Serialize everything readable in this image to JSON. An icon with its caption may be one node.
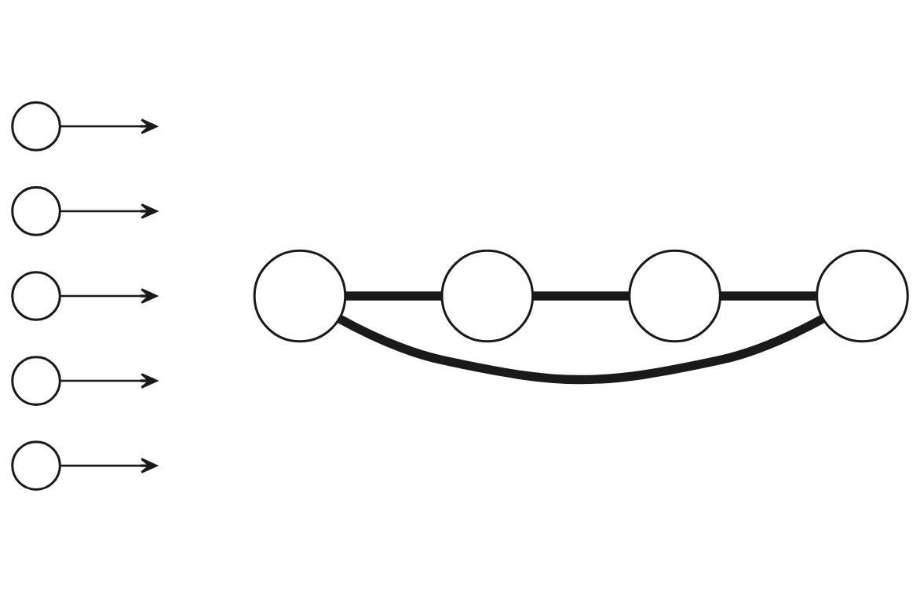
{
  "diagram": {
    "nodes": [
      {
        "text": [],
        "shape": "circle"
      },
      {
        "text": [],
        "shape": "circle"
      },
      {
        "text": [],
        "shape": "circle"
      },
      {
        "text": [],
        "shape": "circle"
      },
      {
        "text": [],
        "shape": "circle"
      },
      {
        "text": [],
        "shape": "circle"
      },
      {
        "text": [],
        "shape": "circle"
      },
      {
        "text": [],
        "shape": "circle"
      },
      {
        "text": [],
        "shape": "circle"
      }
    ],
    "edges": [
      {
        "from": 0,
        "to": null,
        "arrow": "to"
      },
      {
        "from": 1,
        "to": null,
        "arrow": "to"
      },
      {
        "from": 2,
        "to": null,
        "arrow": "to"
      },
      {
        "from": 3,
        "to": null,
        "arrow": "to"
      },
      {
        "from": 4,
        "to": null,
        "arrow": "to"
      },
      {
        "from": 5,
        "to": 6,
        "arrow": "none",
        "style": "thick"
      },
      {
        "from": 6,
        "to": 7,
        "arrow": "none",
        "style": "thick"
      },
      {
        "from": 7,
        "to": 8,
        "arrow": "none",
        "style": "thick"
      },
      {
        "from": 8,
        "to": 5,
        "arrow": "none",
        "style": "thick"
      }
    ]
  }
}
